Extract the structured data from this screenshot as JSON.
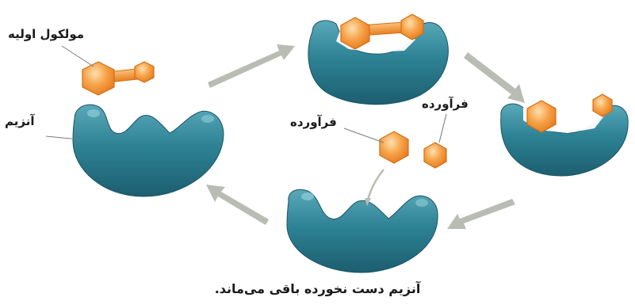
{
  "labels": {
    "substrate": "مولکول اولیه",
    "enzyme": "آنزیم",
    "product_a": "فرآورده",
    "product_b": "فرآورده",
    "caption": "آنزیم دست نخورده باقی می‌ماند."
  },
  "colors": {
    "enzyme_dark": "#1e6274",
    "enzyme_mid": "#2e8395",
    "enzyme_light": "#5fb0c0",
    "substrate_orange": "#f08f2e",
    "substrate_light": "#fbc07a",
    "arrow_gray": "#b9bcb2",
    "label_line": "#7a7a7a"
  }
}
